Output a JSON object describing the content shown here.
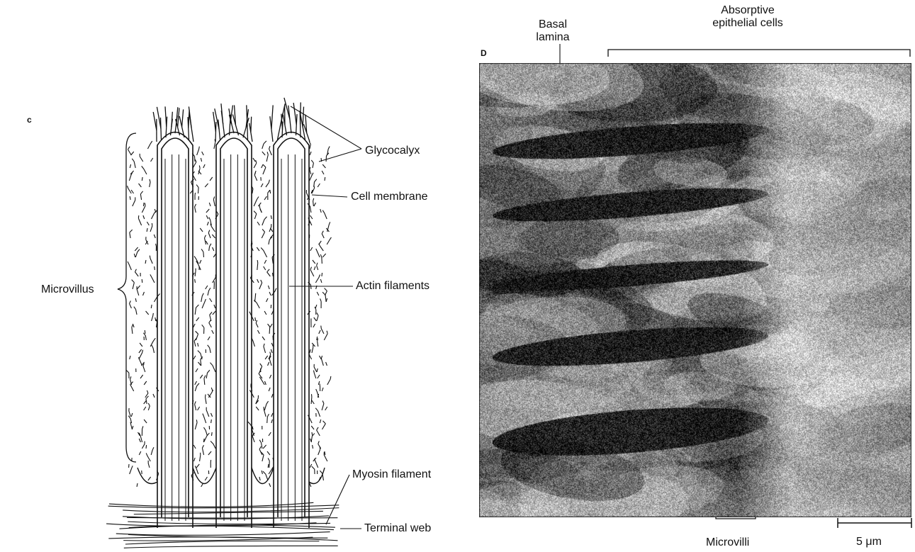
{
  "panel_c": {
    "letter": "c",
    "labels": {
      "glycocalyx": "Glycocalyx",
      "cell_membrane": "Cell membrane",
      "microvillus": "Microvillus",
      "actin_filaments": "Actin filaments",
      "myosin_filament": "Myosin filament",
      "terminal_web": "Terminal web"
    }
  },
  "panel_d": {
    "letter": "D",
    "labels": {
      "basal_lamina": "Basal lamina",
      "absorptive_epithelial_cells": "Absorptive epithelial cells",
      "microvilli": "Microvilli",
      "scale_bar": "5 μm"
    }
  },
  "colors": {
    "ink": "#111111",
    "paper": "#ffffff"
  }
}
